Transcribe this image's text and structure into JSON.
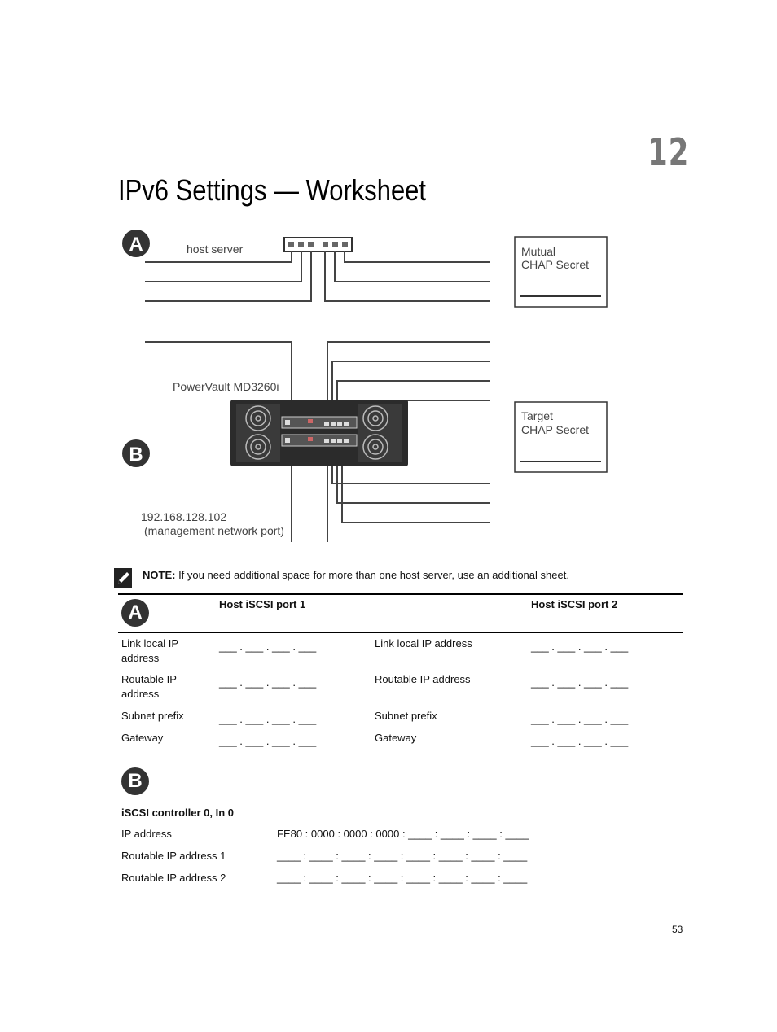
{
  "chapter_number": "12",
  "page_title": "IPv6 Settings — Worksheet",
  "diagram": {
    "badge_a": "A",
    "badge_b": "B",
    "host_server_label": "host server",
    "device_label": "PowerVault MD3260i",
    "mgmt_ip": "192.168.128.102",
    "mgmt_port_label": "(management network port)",
    "mutual_chap": [
      "Mutual",
      "CHAP Secret"
    ],
    "target_chap": [
      "Target",
      "CHAP Secret"
    ]
  },
  "note": {
    "label": "NOTE:",
    "text": " If you need additional space for more than one host server, use an additional sheet."
  },
  "table_a": {
    "badge": "A",
    "col1_header": "Host iSCSI port 1",
    "col2_header": "Host iSCSI port 2",
    "rows": [
      {
        "label1": [
          "Link local IP",
          "address"
        ],
        "value1": "___ . ___ . ___ . ___",
        "label2": "Link local IP address",
        "value2": "___ . ___ . ___ . ___"
      },
      {
        "label1": [
          "Routable IP",
          "address"
        ],
        "value1": "___ . ___ . ___ . ___",
        "label2": "Routable IP address",
        "value2": "___ . ___ . ___ . ___"
      },
      {
        "label1": [
          "Subnet prefix"
        ],
        "value1": "___ . ___ . ___ . ___",
        "label2": "Subnet prefix",
        "value2": "___ . ___ . ___ . ___"
      },
      {
        "label1": [
          "Gateway"
        ],
        "value1": "___ . ___ . ___ . ___",
        "label2": "Gateway",
        "value2": "___ . ___ . ___ . ___"
      }
    ]
  },
  "table_b": {
    "badge": "B",
    "section_title": "iSCSI controller 0, In 0",
    "rows": [
      {
        "label": "IP address",
        "value": "FE80 : 0000 : 0000 : 0000 : ____ : ____ : ____ : ____"
      },
      {
        "label": "Routable IP address 1",
        "value": "____ : ____ : ____ : ____ : ____ : ____ : ____ : ____"
      },
      {
        "label": "Routable IP address 2",
        "value": "____ : ____ : ____ : ____ : ____ : ____ : ____ : ____"
      }
    ]
  },
  "page_number": "53"
}
